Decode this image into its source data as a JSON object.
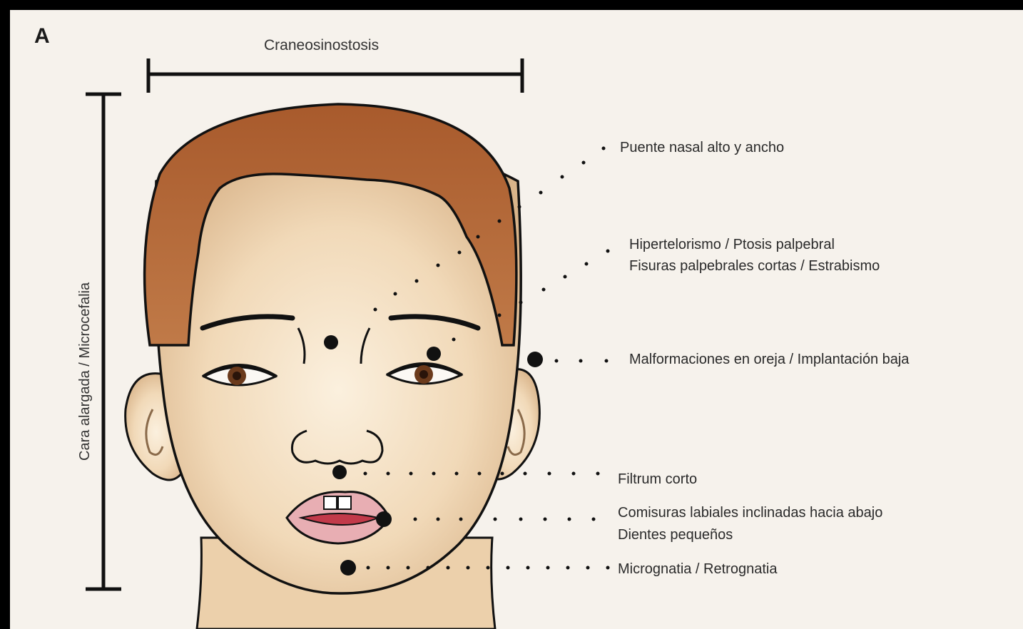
{
  "panel_letter": "A",
  "measures": {
    "top": "Craneosinostosis",
    "side": "Cara alargada / Microcefalia"
  },
  "annotations": {
    "nasal_bridge": "Puente nasal alto y ancho",
    "eyes_line1": "Hipertelorismo / Ptosis palpebral",
    "eyes_line2": "Fisuras palpebrales cortas / Estrabismo",
    "ears": "Malformaciones en oreja / Implantación baja",
    "philtrum": "Filtrum corto",
    "mouth_line1": "Comisuras labiales inclinadas hacia abajo",
    "mouth_line2": "Dientes pequeños",
    "chin": "Micrognatia / Retrognatia"
  },
  "colors": {
    "background": "#f6f2ec",
    "skin": "#f3dfc2",
    "skin_shadow": "#dcb994",
    "hair": "#b4683a",
    "iris": "#6b3a1c",
    "lips": "#e8aeb3",
    "ink": "#111111"
  }
}
